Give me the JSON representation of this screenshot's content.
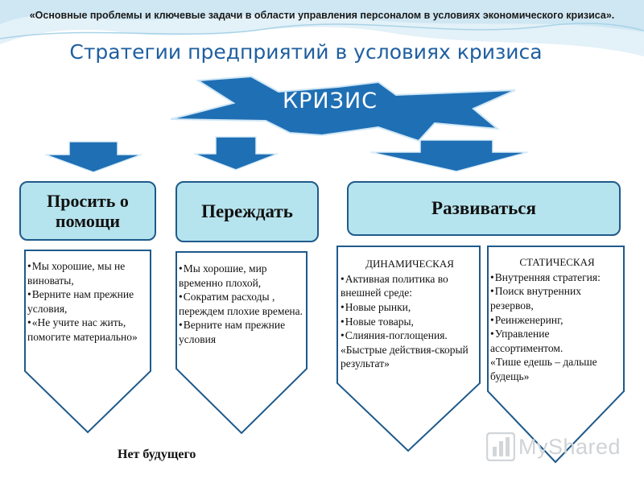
{
  "header": {
    "top_title": "«Основные проблемы и ключевые задачи в области управления персоналом в условиях экономического кризиса».",
    "main_title": "Стратегии  предприятий в условиях кризиса"
  },
  "crisis": {
    "label": "КРИЗИС"
  },
  "categories": [
    {
      "label": "Просить о помощи"
    },
    {
      "label": "Переждать"
    },
    {
      "label": "Развиваться"
    }
  ],
  "blocks": {
    "ask": [
      "Мы хорошие, мы не виноваты,",
      "Верните нам прежние условия,",
      "«Не учите нас жить, помогите материально»"
    ],
    "wait": [
      "Мы хорошие, мир временно плохой,",
      "Сократим расходы , переждем плохие времена.",
      "Верните нам прежние условия"
    ],
    "dynamic": {
      "title": "ДИНАМИЧЕСКАЯ",
      "items": [
        "Активная политика во внешней среде:",
        "Новые рынки,",
        "Новые товары,",
        "Слияния-поглощения."
      ],
      "note": "«Быстрые действия-скорый результат»"
    },
    "static": {
      "title": "СТАТИЧЕСКАЯ",
      "items": [
        "Внутренняя стратегия:",
        "Поиск внутренних резервов,",
        "Реинженеринг,",
        "Управление ассортиментом."
      ],
      "note": "«Тише едешь – дальше будещь»"
    }
  },
  "footer": {
    "no_future": "Нет будущего"
  },
  "logo": {
    "text": "MyShared",
    "icon": "bar-chart-icon"
  },
  "colors": {
    "accent": "#1f6fb5",
    "box_fill": "#b6e4ee",
    "border": "#1f5a8a",
    "title": "#1f5fa0"
  }
}
